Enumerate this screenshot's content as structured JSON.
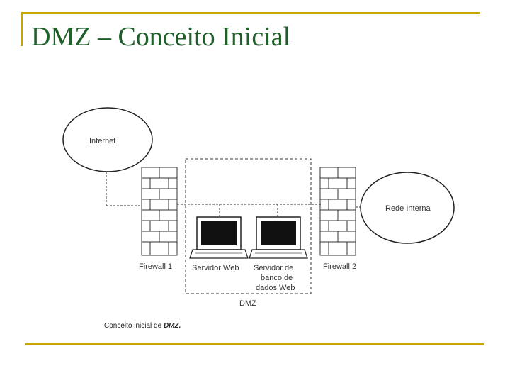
{
  "slide": {
    "title": "DMZ – Conceito Inicial"
  },
  "diagram": {
    "internet_label": "Internet",
    "internal_network_label": "Rede Interna",
    "firewall1_label": "Firewall 1",
    "firewall2_label": "Firewall 2",
    "web_server_label": "Servidor Web",
    "db_server_label_line1": "Servidor de",
    "db_server_label_line2": "banco de",
    "db_server_label_line3": "dados Web",
    "dmz_label": "DMZ",
    "caption_prefix": "Conceito inicial de ",
    "caption_emphasis": "DMZ."
  },
  "colors": {
    "accent_rule": "#c8a400",
    "title_text": "#1f5f2a"
  }
}
